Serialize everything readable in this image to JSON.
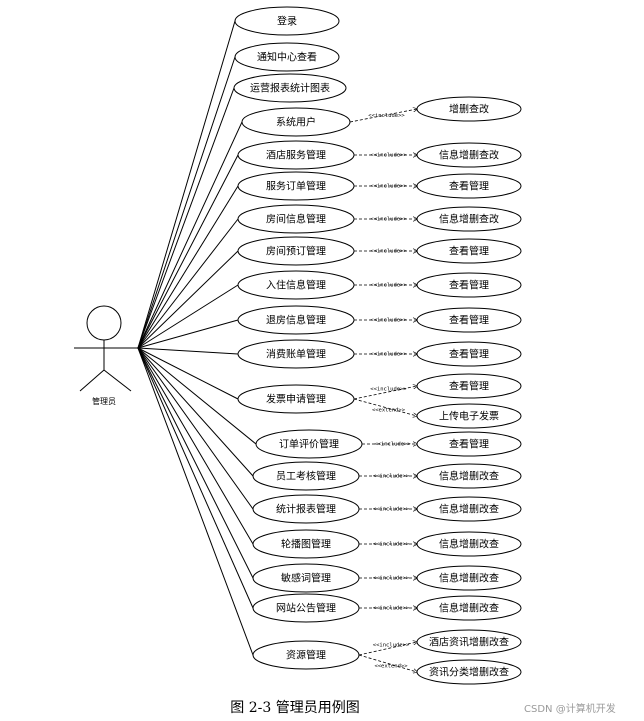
{
  "actor": {
    "label": "管理员"
  },
  "use_cases": [
    {
      "label": "登录",
      "includes": []
    },
    {
      "label": "通知中心查看",
      "includes": []
    },
    {
      "label": "运营报表统计图表",
      "includes": []
    },
    {
      "label": "系统用户",
      "includes": [
        {
          "type": "<<include>>",
          "label": "增删查改"
        }
      ]
    },
    {
      "label": "酒店服务管理",
      "includes": [
        {
          "type": "<<include>>",
          "label": "信息增删查改"
        }
      ]
    },
    {
      "label": "服务订单管理",
      "includes": [
        {
          "type": "<<include>>",
          "label": "查看管理"
        }
      ]
    },
    {
      "label": "房间信息管理",
      "includes": [
        {
          "type": "<<include>>",
          "label": "信息增删查改"
        }
      ]
    },
    {
      "label": "房间预订管理",
      "includes": [
        {
          "type": "<<include>>",
          "label": "查看管理"
        }
      ]
    },
    {
      "label": "入住信息管理",
      "includes": [
        {
          "type": "<<include>>",
          "label": "查看管理"
        }
      ]
    },
    {
      "label": "退房信息管理",
      "includes": [
        {
          "type": "<<include>>",
          "label": "查看管理"
        }
      ]
    },
    {
      "label": "消费账单管理",
      "includes": [
        {
          "type": "<<include>>",
          "label": "查看管理"
        }
      ]
    },
    {
      "label": "发票申请管理",
      "includes": [
        {
          "type": "<<include>>",
          "label": "查看管理"
        },
        {
          "type": "<<extend>>",
          "label": "上传电子发票"
        }
      ]
    },
    {
      "label": "订单评价管理",
      "includes": [
        {
          "type": "<<include>>",
          "label": "查看管理"
        }
      ]
    },
    {
      "label": "员工考核管理",
      "includes": [
        {
          "type": "<<include>>",
          "label": "信息增删改查"
        }
      ]
    },
    {
      "label": "统计报表管理",
      "includes": [
        {
          "type": "<<include>>",
          "label": "信息增删改查"
        }
      ]
    },
    {
      "label": "轮播图管理",
      "includes": [
        {
          "type": "<<include>>",
          "label": "信息增删改查"
        }
      ]
    },
    {
      "label": "敏感词管理",
      "includes": [
        {
          "type": "<<include>>",
          "label": "信息增删改查"
        }
      ]
    },
    {
      "label": "网站公告管理",
      "includes": [
        {
          "type": "<<include>>",
          "label": "信息增删改查"
        }
      ]
    },
    {
      "label": "资源管理",
      "includes": [
        {
          "type": "<<include>>",
          "label": "酒店资讯增删改查"
        },
        {
          "type": "<<extend>>",
          "label": "资讯分类增删改查"
        }
      ]
    }
  ],
  "caption": "图 2-3 管理员用例图",
  "watermark": "CSDN @计算机开发"
}
